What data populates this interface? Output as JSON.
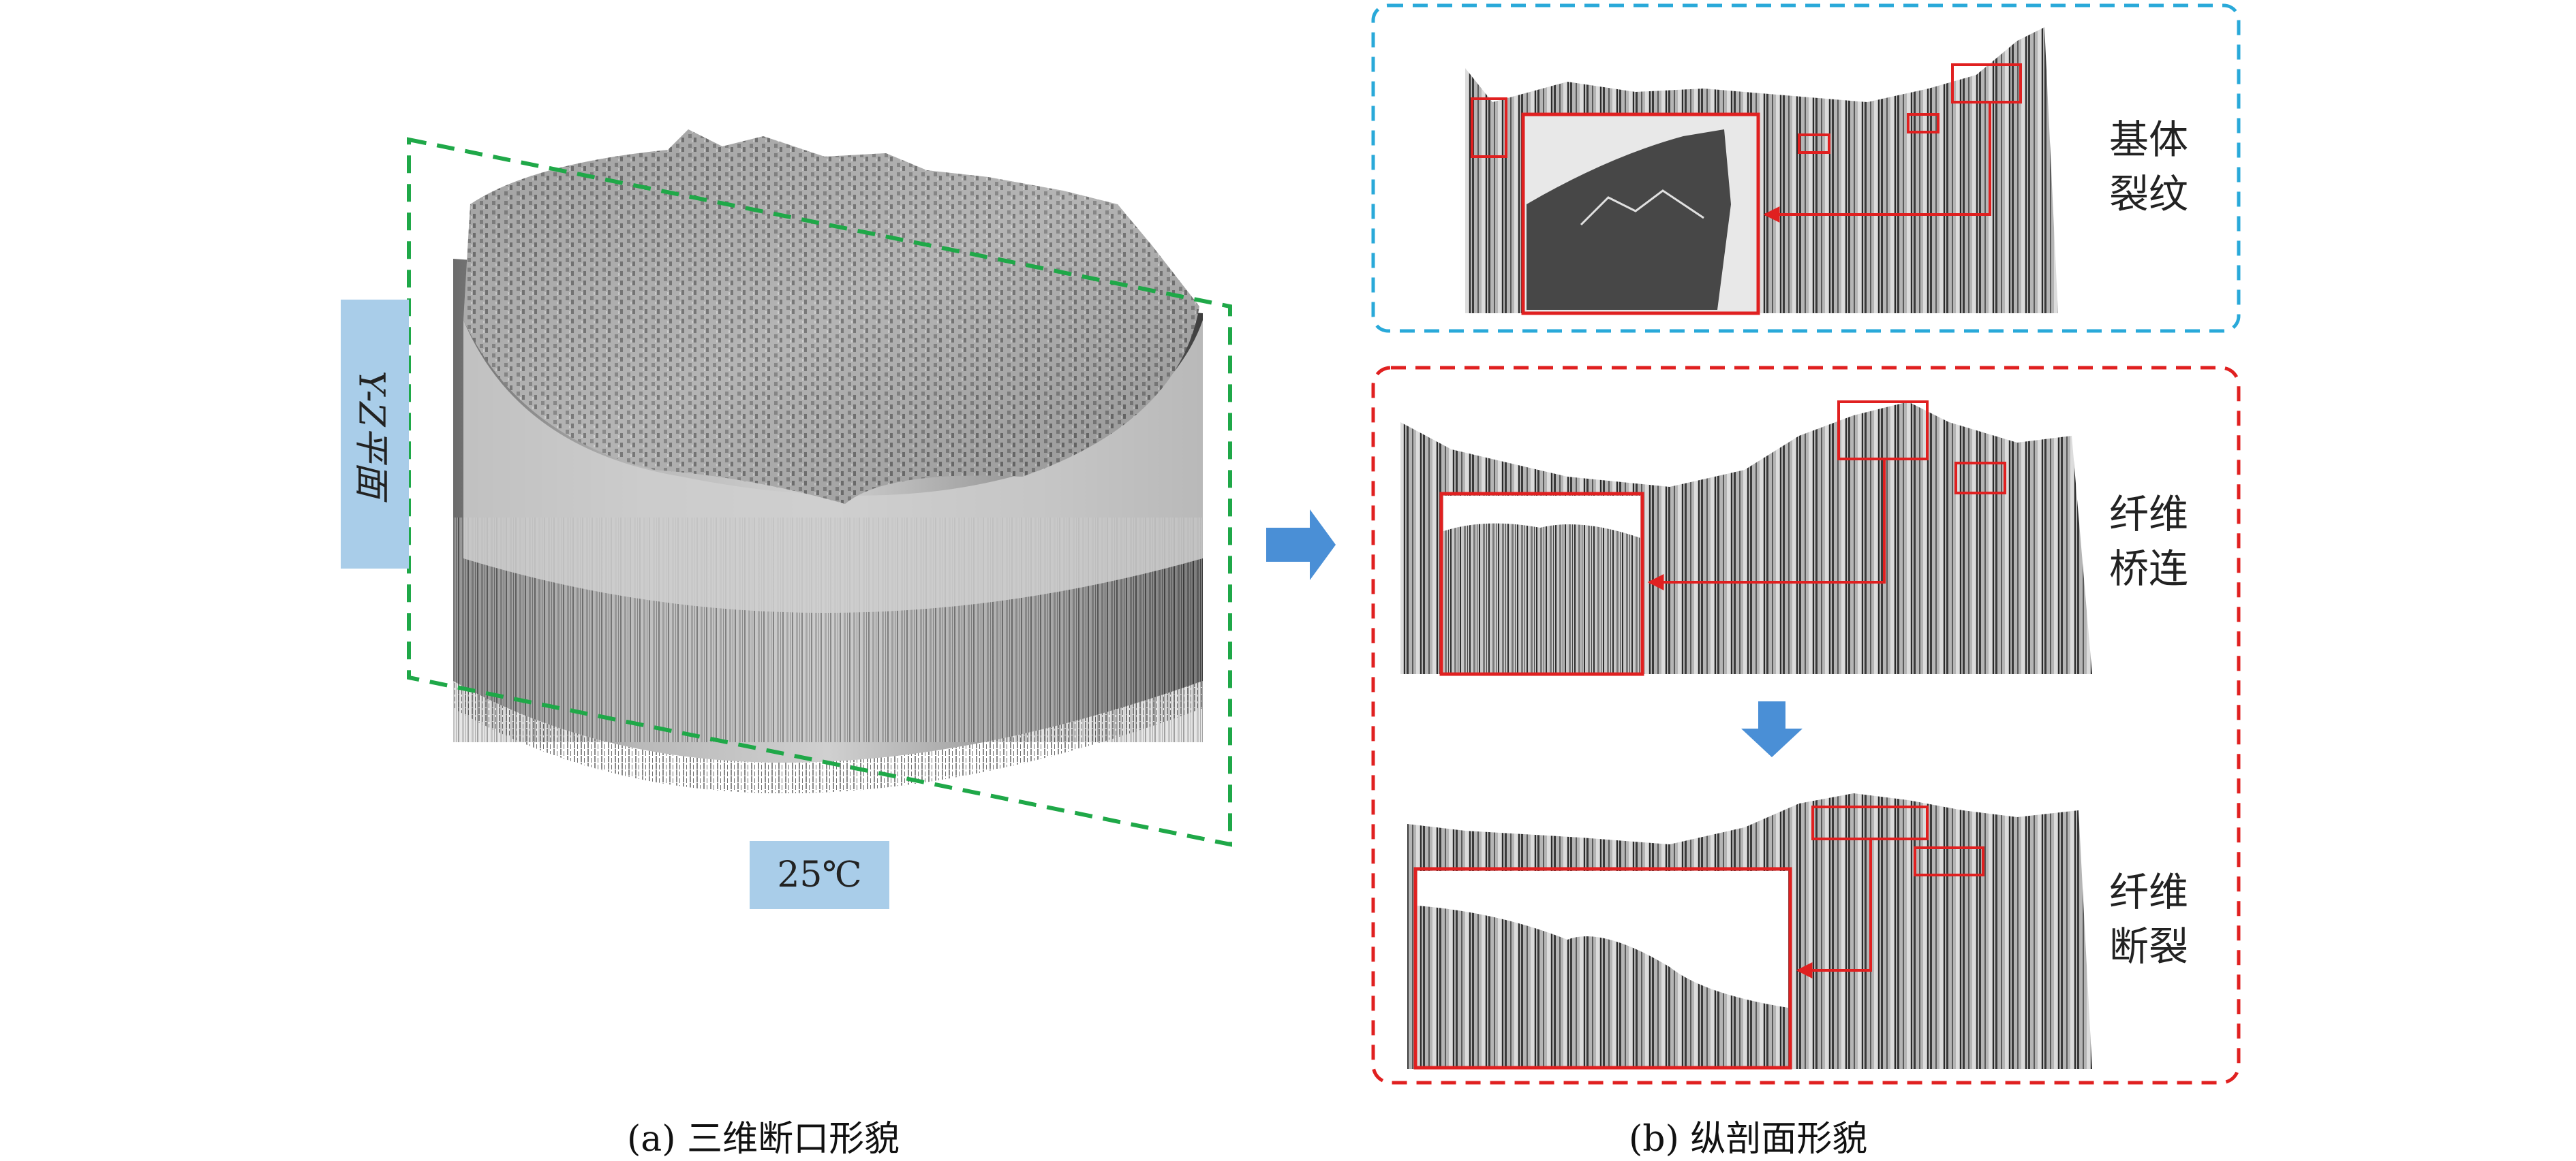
{
  "left_panel": {
    "plane_label": "Y-Z平面",
    "temperature_label": "25℃",
    "caption": "(a) 三维断口形貌"
  },
  "right_panel": {
    "caption": "(b) 纵剖面形貌",
    "top_group": {
      "border_color": "#29a9d9",
      "sections": [
        {
          "label_line1": "基体",
          "label_line2": "裂纹"
        }
      ]
    },
    "bottom_group": {
      "border_color": "#e02020",
      "sections": [
        {
          "label_line1": "纤维",
          "label_line2": "桥连"
        },
        {
          "label_line1": "纤维",
          "label_line2": "断裂"
        }
      ]
    }
  },
  "colors": {
    "plane_outline": "#1fa848",
    "label_box": "#a9cde9",
    "arrow": "#4a8fd6",
    "highlight": "#e02020"
  },
  "icons": [
    "right-arrow-icon",
    "down-arrow-icon"
  ]
}
